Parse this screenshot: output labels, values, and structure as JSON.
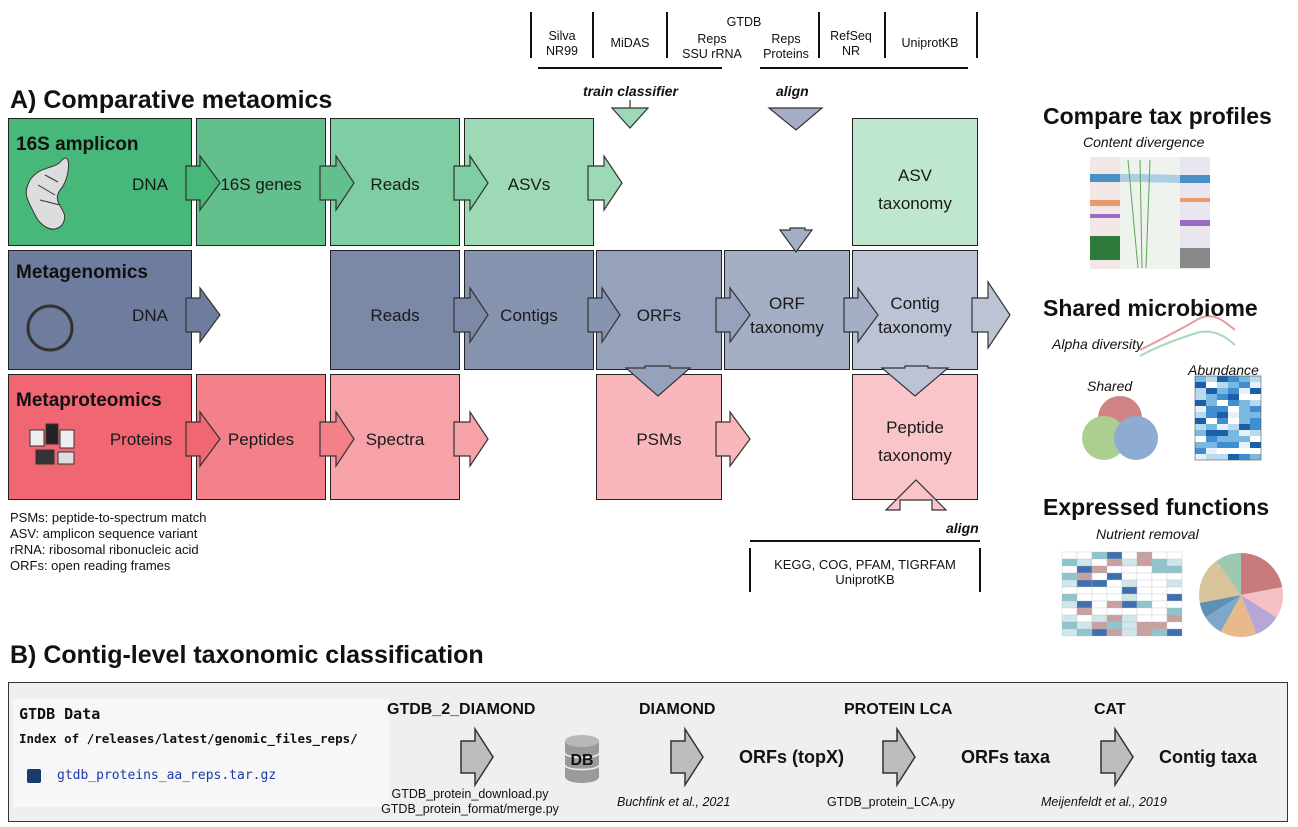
{
  "sections": {
    "a_title": "A) Comparative metaomics",
    "b_title": "B) Contig-level taxonomic classification"
  },
  "databases_top": {
    "silva": "Silva\nNR99",
    "midas": "MiDAS",
    "gtdb": "GTDB",
    "gtdb_ssu": "Reps\nSSU rRNA",
    "gtdb_proteins": "Reps\nProteins",
    "refseq": "RefSeq\nNR",
    "uniprot": "UniprotKB",
    "train_label": "train classifier",
    "align_label": "align"
  },
  "rows": {
    "amplicon": {
      "title": "16S amplicon",
      "steps": [
        "DNA",
        "16S genes",
        "Reads",
        "ASVs"
      ],
      "result": "ASV\ntaxonomy"
    },
    "metagenomics": {
      "title": "Metagenomics",
      "steps": [
        "DNA",
        "Reads",
        "Contigs",
        "ORFs",
        "ORF\ntaxonomy"
      ],
      "result": "Contig\ntaxonomy"
    },
    "metaproteomics": {
      "title": "Metaproteomics",
      "steps": [
        "Proteins",
        "Peptides",
        "Spectra",
        "PSMs"
      ],
      "result": "Peptide\ntaxonomy"
    }
  },
  "databases_bottom": {
    "align_label": "align",
    "list": "KEGG, COG, PFAM, TIGRFAM\nUniprotKB"
  },
  "legend": [
    "PSMs: peptide-to-spectrum match",
    "ASV: amplicon sequence variant",
    "rRNA: ribosomal ribonucleic acid",
    "ORFs: open reading frames"
  ],
  "panels": {
    "compare": {
      "title": "Compare tax profiles",
      "subtitle": "Content divergence"
    },
    "shared": {
      "title": "Shared microbiome",
      "alpha": "Alpha diversity",
      "shared": "Shared",
      "abundance": "Abundance"
    },
    "expressed": {
      "title": "Expressed functions",
      "subtitle": "Nutrient removal"
    }
  },
  "pipeline": {
    "data_title": "GTDB Data",
    "index_text": "Index of /releases/latest/genomic_files_reps/",
    "file_link": "gtdb_proteins_aa_reps.tar.gz",
    "steps": [
      {
        "name": "GTDB_2_DIAMOND",
        "note": "GTDB_protein_download.py\nGTDB_protein_format/merge.py"
      },
      {
        "name": "DIAMOND",
        "note": "Buchfink et al., 2021"
      },
      {
        "name": "PROTEIN LCA",
        "note": "GTDB_protein_LCA.py"
      },
      {
        "name": "CAT",
        "note": "Meijenfeldt et al., 2019"
      }
    ],
    "db_label": "DB",
    "outputs": [
      "ORFs (topX)",
      "ORFs taxa",
      "Contig taxa"
    ]
  },
  "colors": {
    "green_dark": "#47b879",
    "green2": "#63bf8c",
    "green3": "#7fcea3",
    "green4": "#9dd9b5",
    "green_light": "#bfe6cf",
    "blue1": "#6e7d9d",
    "blue2": "#8390ad",
    "blue3": "#96a2bb",
    "blue4": "#a4aec4",
    "blue_light": "#bbc3d4",
    "red1": "#f06672",
    "red2": "#f4818a",
    "red3": "#f7a1a8",
    "red_light": "#f9c5c9"
  }
}
